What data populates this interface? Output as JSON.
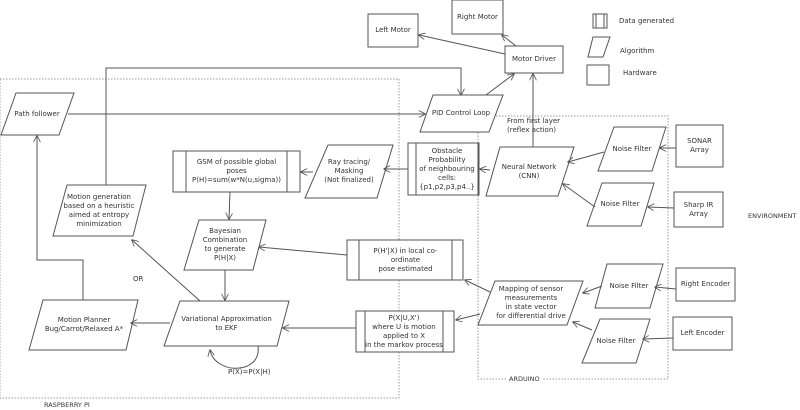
{
  "legend": {
    "data_generated": "Data generated",
    "algorithm": "Algorithm",
    "hardware": "Hardware"
  },
  "zones": {
    "raspberry_pi": "RASPBERRY PI",
    "arduino": "ARDUINO",
    "environment": "ENVIRONMENT"
  },
  "hardware": {
    "left_motor": "Left Motor",
    "right_motor": "Right Motor",
    "motor_driver": "Motor Driver",
    "sonar_array": "SONAR\nArray",
    "sharp_ir_array": "Sharp IR\nArray",
    "right_encoder": "Right Encoder",
    "left_encoder": "Left Encoder"
  },
  "algorithms": {
    "path_follower": "Path follower",
    "pid_control_loop": "PID Control Loop",
    "ray_tracing": "Ray tracing/\nMasking\n(Not finalized)",
    "neural_network": "Neural Network\n(CNN)",
    "noise_filter_sonar": "Noise Filter",
    "noise_filter_ir": "Noise Filter",
    "noise_filter_right_enc": "Noise Filter",
    "noise_filter_left_enc": "Noise Filter",
    "motion_generation": "Motion generation\nbased on a heuristic\naimed at entropy\nminimization",
    "bayesian_combination": "Bayesian\nCombination\nto generate\nP(H|X)",
    "mapping_sensor": "Mapping of sensor\nmeasurements\nin state vector\nfor differential drive",
    "motion_planner": "Motion Planner\nBug/Carrot/Relaxed A*",
    "variational_approx": "Variational Approximation\nto EKF"
  },
  "data_nodes": {
    "gsm": "GSM of possible global poses\nP(H)=sum(w*N(u,sigma))",
    "obstacle_probability": "Obstacle\nProbability\nof neighbouring\ncells:\n{p1,p2,p3,p4..}",
    "local_pose": "P(H'|X) in local co-ordinate\npose estimated",
    "markov": "P(X|U,X')\nwhere U is motion\napplied to X\nin the markov process"
  },
  "annotations": {
    "reflex": "From first layer\n(reflex action)",
    "or": "OR",
    "self_loop": "P(X)=P(X|H)"
  }
}
